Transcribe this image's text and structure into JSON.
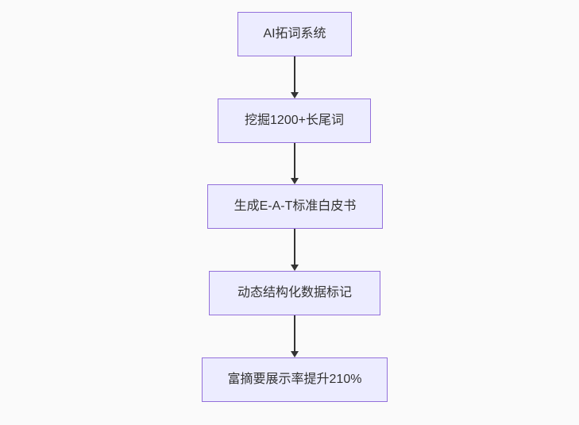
{
  "diagram": {
    "type": "flowchart",
    "direction": "top-down",
    "nodes": [
      {
        "id": "node-1",
        "label": "AI拓词系统"
      },
      {
        "id": "node-2",
        "label": "挖掘1200+长尾词"
      },
      {
        "id": "node-3",
        "label": "生成E-A-T标准白皮书"
      },
      {
        "id": "node-4",
        "label": "动态结构化数据标记"
      },
      {
        "id": "node-5",
        "label": "富摘要展示率提升210%"
      }
    ],
    "edges": [
      {
        "from": "node-1",
        "to": "node-2",
        "style": "arrow-down"
      },
      {
        "from": "node-2",
        "to": "node-3",
        "style": "arrow-down"
      },
      {
        "from": "node-3",
        "to": "node-4",
        "style": "arrow-down"
      },
      {
        "from": "node-4",
        "to": "node-5",
        "style": "arrow-down"
      }
    ],
    "colors": {
      "node_fill": "#ececff",
      "node_border": "#9370db",
      "node_text": "#333333",
      "arrow": "#333333",
      "background": "#fafafa"
    }
  }
}
